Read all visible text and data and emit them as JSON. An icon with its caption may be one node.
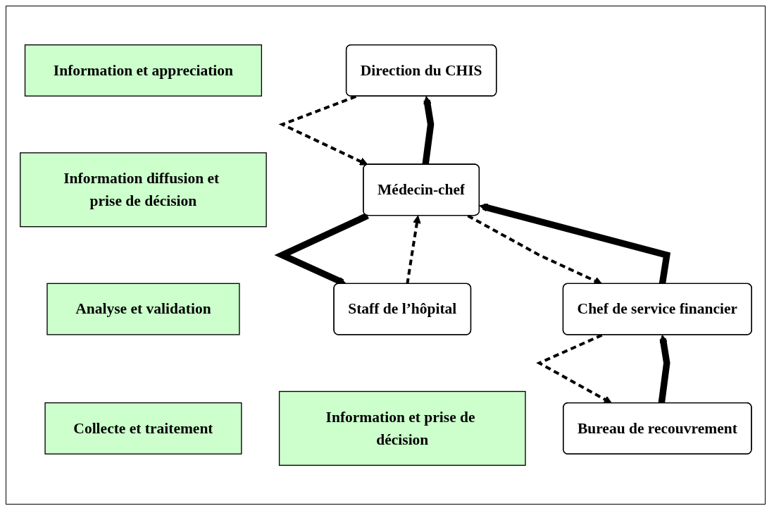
{
  "diagram": {
    "nodes": [
      {
        "text": [
          "Information et appreciation"
        ]
      },
      {
        "text": [
          "Direction du CHIS"
        ]
      },
      {
        "text": [
          "Information diffusion et prise de décision"
        ]
      },
      {
        "text": [
          "Médecin-chef"
        ]
      },
      {
        "text": [
          "Staff de l’hôpital"
        ]
      },
      {
        "text": [
          "Information et prise de décision"
        ]
      },
      {
        "text": [
          "Analyse et validation"
        ]
      },
      {
        "text": [
          "Chef de service financier"
        ]
      },
      {
        "text": [
          "Collecte et traitement"
        ]
      },
      {
        "text": [
          "Bureau de recouvrement"
        ]
      }
    ],
    "edges": [
      {
        "from": 1,
        "to": 3,
        "arrow": "to",
        "style": "dashed"
      },
      {
        "from": 3,
        "to": 1,
        "arrow": "to",
        "style": "thick"
      },
      {
        "from": 4,
        "to": 3,
        "arrow": "to",
        "style": "dashed"
      },
      {
        "from": 3,
        "to": 4,
        "arrow": "to",
        "style": "thick"
      },
      {
        "from": 3,
        "to": 7,
        "arrow": "to",
        "style": "dashed"
      },
      {
        "from": 7,
        "to": 3,
        "arrow": "to",
        "style": "thick"
      },
      {
        "from": 7,
        "to": 9,
        "arrow": "to",
        "style": "dashed"
      },
      {
        "from": 9,
        "to": 7,
        "arrow": "to",
        "style": "thick"
      }
    ]
  }
}
